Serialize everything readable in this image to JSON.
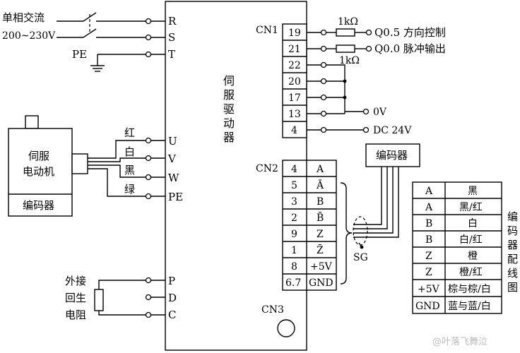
{
  "power": {
    "source_label": "单相交流",
    "voltage_label": "200~230V",
    "pe_label": "PE"
  },
  "driver": {
    "title_chars": [
      "伺",
      "服",
      "驱",
      "动",
      "器"
    ],
    "left_terminals": [
      "R",
      "S",
      "T",
      "U",
      "V",
      "W",
      "PE",
      "P",
      "D",
      "C"
    ],
    "cn1_label": "CN1",
    "cn2_label": "CN2",
    "cn3_label": "CN3"
  },
  "motor": {
    "name_line1": "伺服",
    "name_line2": "电动机",
    "encoder_label": "编码器",
    "wire_colors": [
      "红",
      "白",
      "黑",
      "绿"
    ]
  },
  "resistor": {
    "line1": "外接",
    "line2": "回生",
    "line3": "电阻"
  },
  "cn1": {
    "pins": [
      "19",
      "21",
      "22",
      "20",
      "17",
      "13",
      "4"
    ],
    "r1_label": "1kΩ",
    "r2_label": "1kΩ",
    "q05_label": "Q0.5 方向控制",
    "q00_label": "Q0.0 脉冲输出",
    "zero_v_label": "0V",
    "dc24_label": "DC 24V"
  },
  "cn2": {
    "pins": [
      "4",
      "5",
      "3",
      "2",
      "9",
      "1",
      "8",
      "6.7"
    ],
    "signals": [
      "A",
      "Ā",
      "B",
      "B̄",
      "Z",
      "Z̄",
      "+5V",
      "GND"
    ],
    "sg_label": "SG"
  },
  "encoder_box_label": "编码器",
  "wiring_table": {
    "rows": [
      [
        "A",
        "黑"
      ],
      [
        "A",
        "黑/红"
      ],
      [
        "B",
        "白"
      ],
      [
        "B",
        "白/红"
      ],
      [
        "Z",
        "橙"
      ],
      [
        "Z",
        "橙/红"
      ],
      [
        "+5V",
        "棕与棕/白"
      ],
      [
        "GND",
        "蓝与蓝/白"
      ]
    ],
    "side_title_chars": [
      "编",
      "码",
      "器",
      "配",
      "线",
      "图"
    ]
  },
  "watermark": "@叶落飞舞泣"
}
